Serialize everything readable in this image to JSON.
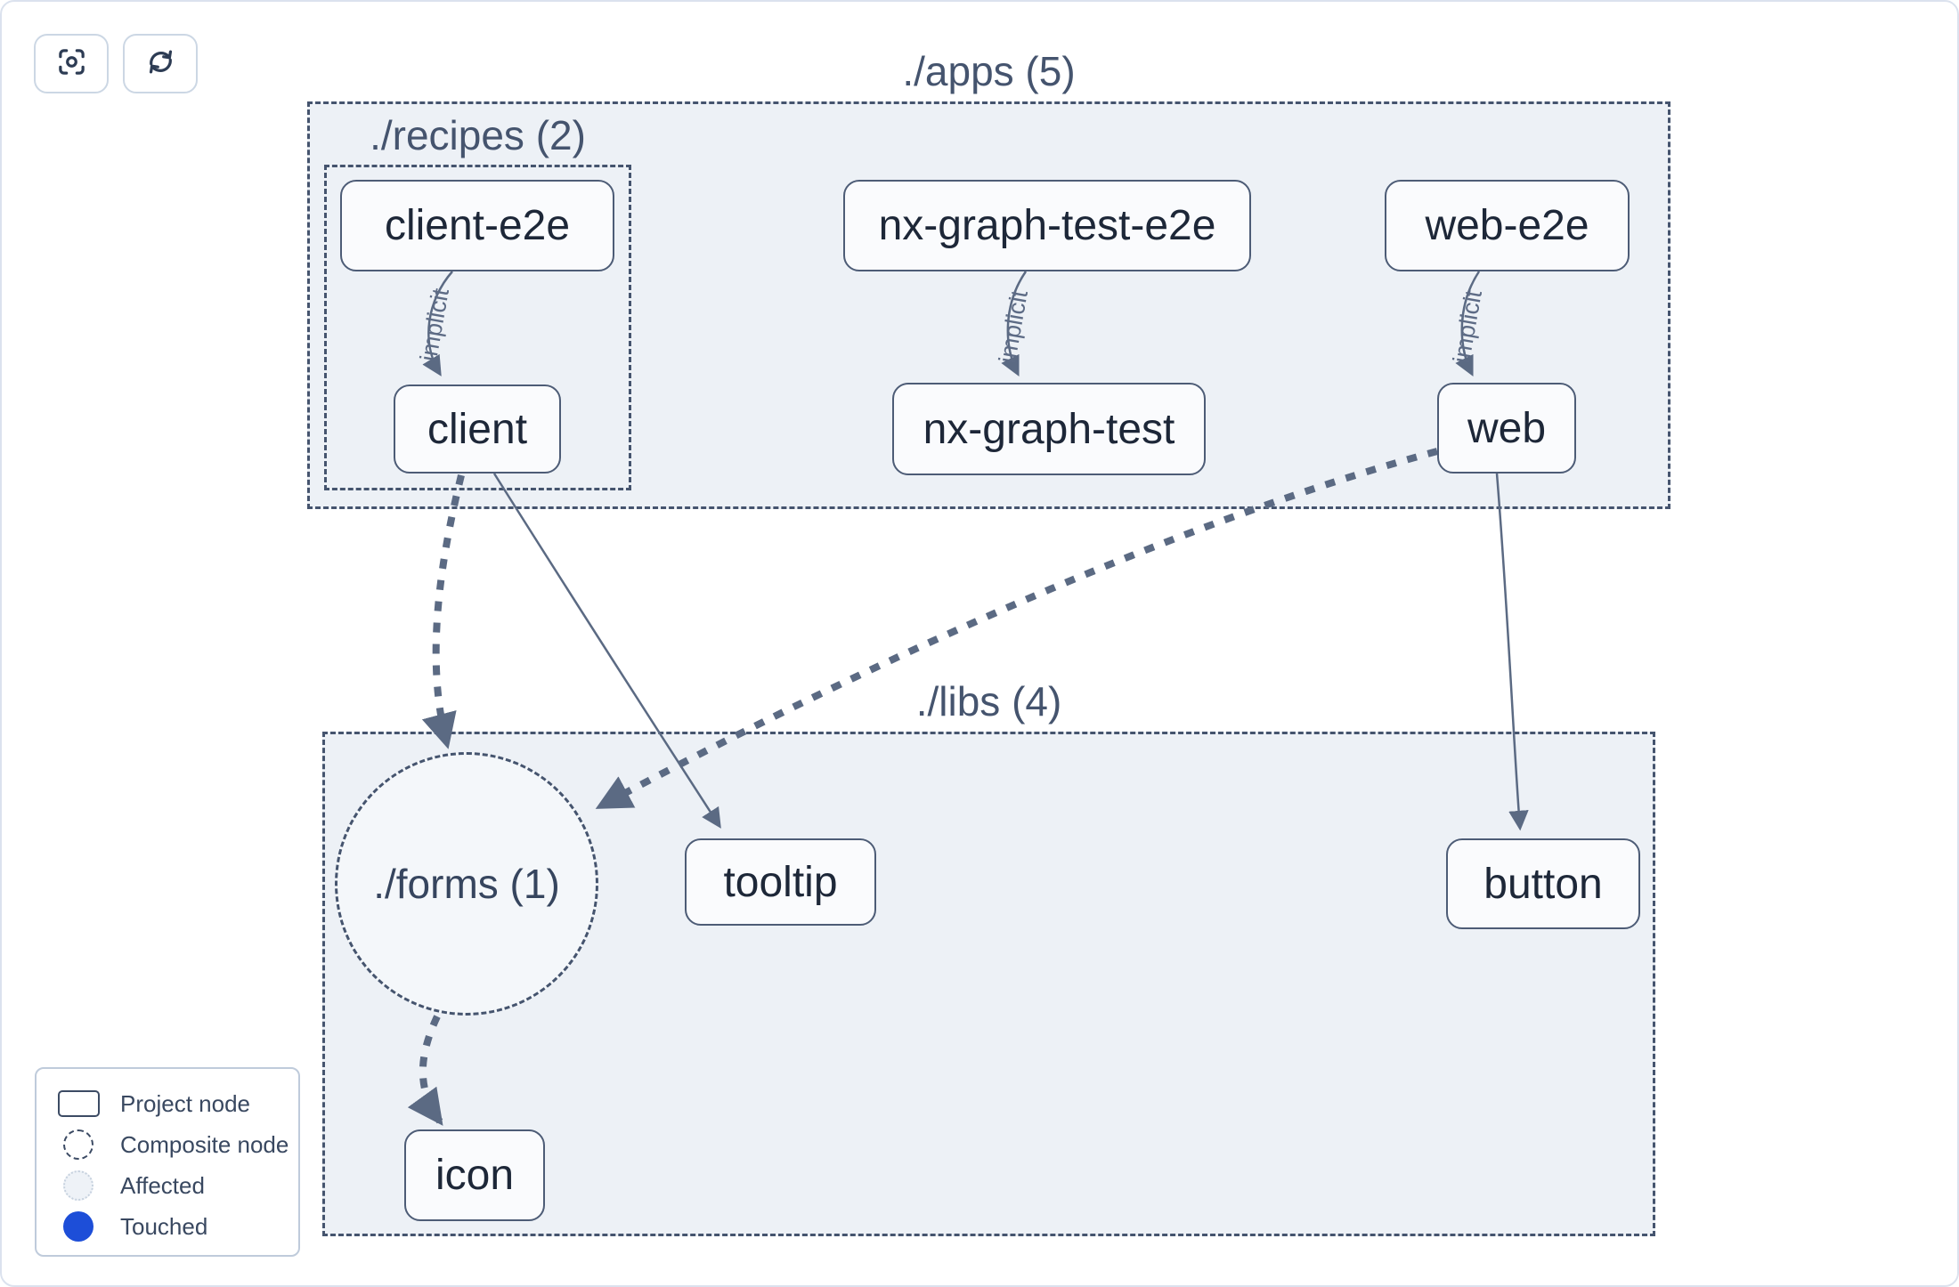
{
  "toolbar": {
    "buttons": [
      {
        "icon": "focus-icon"
      },
      {
        "icon": "refresh-icon"
      }
    ]
  },
  "graph": {
    "containers": [
      {
        "id": "apps",
        "label": "./apps (5)"
      },
      {
        "id": "recipes",
        "label": "./recipes (2)",
        "parent": "apps"
      },
      {
        "id": "libs",
        "label": "./libs (4)"
      }
    ],
    "composite_nodes": [
      {
        "id": "forms",
        "label": "./forms (1)",
        "parent": "libs"
      }
    ],
    "nodes": [
      {
        "id": "client-e2e",
        "label": "client-e2e",
        "container": "recipes"
      },
      {
        "id": "client",
        "label": "client",
        "container": "recipes"
      },
      {
        "id": "nx-graph-test-e2e",
        "label": "nx-graph-test-e2e",
        "container": "apps"
      },
      {
        "id": "nx-graph-test",
        "label": "nx-graph-test",
        "container": "apps"
      },
      {
        "id": "web-e2e",
        "label": "web-e2e",
        "container": "apps"
      },
      {
        "id": "web",
        "label": "web",
        "container": "apps"
      },
      {
        "id": "tooltip",
        "label": "tooltip",
        "container": "libs"
      },
      {
        "id": "button",
        "label": "button",
        "container": "libs"
      },
      {
        "id": "icon",
        "label": "icon",
        "container": "libs"
      }
    ],
    "edges": [
      {
        "from": "client-e2e",
        "to": "client",
        "label": "implicit",
        "style": "thin-solid"
      },
      {
        "from": "nx-graph-test-e2e",
        "to": "nx-graph-test",
        "label": "implicit",
        "style": "thin-solid"
      },
      {
        "from": "web-e2e",
        "to": "web",
        "label": "implicit",
        "style": "thin-solid"
      },
      {
        "from": "client",
        "to": "forms",
        "label": "",
        "style": "thick-dashed"
      },
      {
        "from": "web",
        "to": "forms",
        "label": "",
        "style": "thick-dashed"
      },
      {
        "from": "forms",
        "to": "icon",
        "label": "",
        "style": "thick-dashed"
      },
      {
        "from": "client",
        "to": "tooltip",
        "label": "",
        "style": "thin-solid"
      },
      {
        "from": "web",
        "to": "button",
        "label": "",
        "style": "thin-solid"
      }
    ]
  },
  "legend": {
    "items": [
      {
        "icon": "project-node-icon",
        "label": "Project node"
      },
      {
        "icon": "composite-node-icon",
        "label": "Composite node"
      },
      {
        "icon": "affected-icon",
        "label": "Affected"
      },
      {
        "icon": "touched-icon",
        "label": "Touched"
      }
    ]
  },
  "colors": {
    "container_fill": "#edf1f6",
    "node_fill": "#fafbfd",
    "border_slate": "#4d5c76",
    "edge": "#5b6a83",
    "label_muted": "#45546e",
    "text_dark": "#1d2738",
    "touched_blue": "#1d4ed8"
  }
}
